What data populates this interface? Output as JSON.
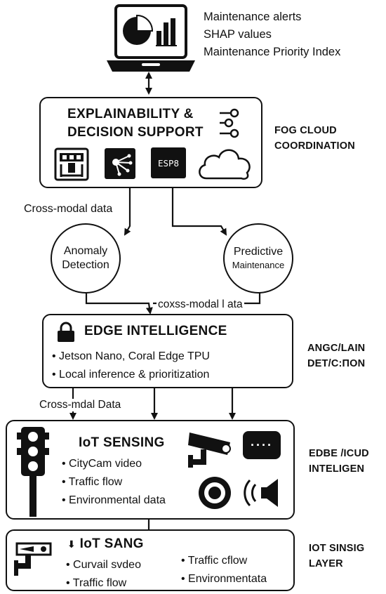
{
  "top_notes": [
    "Maintenance alerts",
    "SHAP values",
    "Maintenance Priority Index"
  ],
  "explain": {
    "title_1": "EXPLAINABILITY &",
    "title_2": "DECISION SUPPORT",
    "chip_label": "ESP8"
  },
  "side_labels": {
    "fog_1": "FOG CLOUD",
    "fog_2": "COORDINATION",
    "angc_1": "ANGC/LAIN",
    "angc_2": "DET/C:ПОN",
    "edbe_1": "EDBE /ICUD",
    "edbe_2": "INTELIGEN",
    "iot_1": "IOT SINSIG",
    "iot_2": "LAYER"
  },
  "flow_labels": {
    "cross_modal_top": "Cross-modal data",
    "coxss": "coxss-modal l ata",
    "cross_mdal": "Cross-mdal  Data"
  },
  "circles": {
    "anomaly_1": "Anomaly",
    "anomaly_2": "Detection",
    "predictive_1": "Predictive",
    "predictive_2": "Maintenance"
  },
  "edge": {
    "title": "EDGE INTELLIGENCE",
    "items": [
      "Jetson Nano, Coral Edge TPU",
      "Local inference & prioritization"
    ]
  },
  "sensing": {
    "title": "IoT SENSING",
    "items": [
      "CityCam video",
      "Traffic flow",
      "Environmental data"
    ]
  },
  "sang": {
    "title": "IoT SANG",
    "left_items": [
      "Curvail svdeo",
      "Traffic flow"
    ],
    "right_items": [
      "Traffic cflow",
      "Environmentata"
    ]
  }
}
